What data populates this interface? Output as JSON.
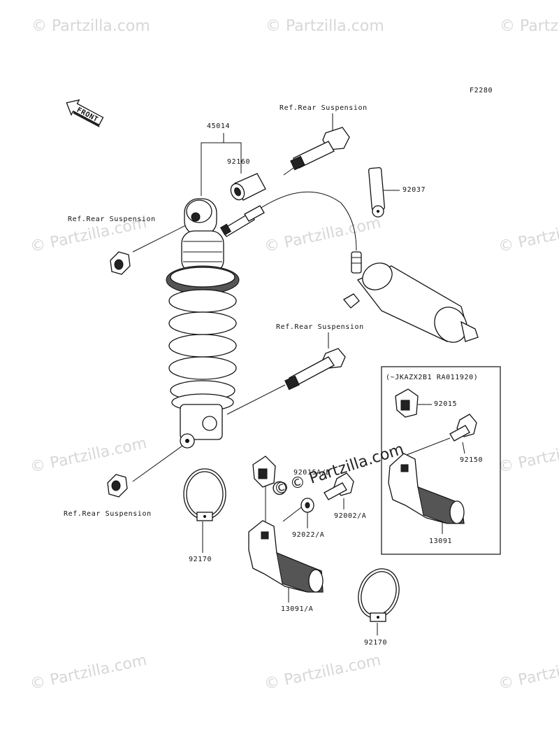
{
  "diagram": {
    "figure_code": "F2280",
    "front_label": "FRONT",
    "variant_box_label": "(~JKAZX2B1 RA011920)",
    "refs": {
      "ref_top": "Ref.Rear Suspension",
      "ref_left_upper": "Ref.Rear Suspension",
      "ref_mid": "Ref.Rear Suspension",
      "ref_left_lower": "Ref.Rear Suspension"
    },
    "parts": {
      "p45014": "45014",
      "p92160": "92160",
      "p92037": "92037",
      "p92015": "92015",
      "p92150": "92150",
      "p13091": "13091",
      "p92015ab": "92015A/B",
      "p92002a": "92002/A",
      "p92022a": "92022/A",
      "p13091a": "13091/A",
      "p92170_left": "92170",
      "p92170_bottom": "92170"
    },
    "watermark": "© Partzilla.com",
    "center_watermark": "© Partzilla.com"
  }
}
